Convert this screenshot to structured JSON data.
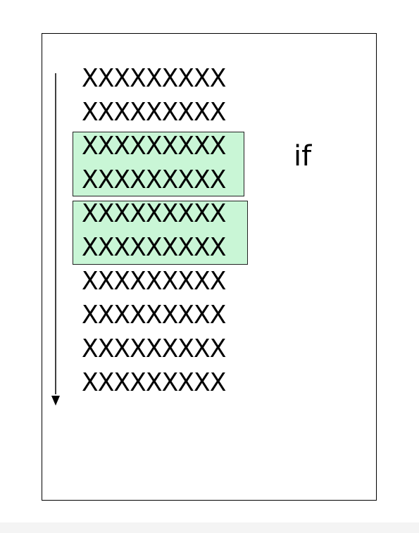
{
  "lines": [
    "XXXXXXXXX",
    "XXXXXXXXX",
    "XXXXXXXXX",
    "XXXXXXXXX",
    "XXXXXXXXX",
    "XXXXXXXXX",
    "XXXXXXXXX",
    "XXXXXXXXX",
    "XXXXXXXXX",
    "XXXXXXXXX"
  ],
  "condition_label": "if",
  "colors": {
    "highlight_fill": "#c9f6d6",
    "highlight_border": "#222222",
    "text": "#000000"
  }
}
